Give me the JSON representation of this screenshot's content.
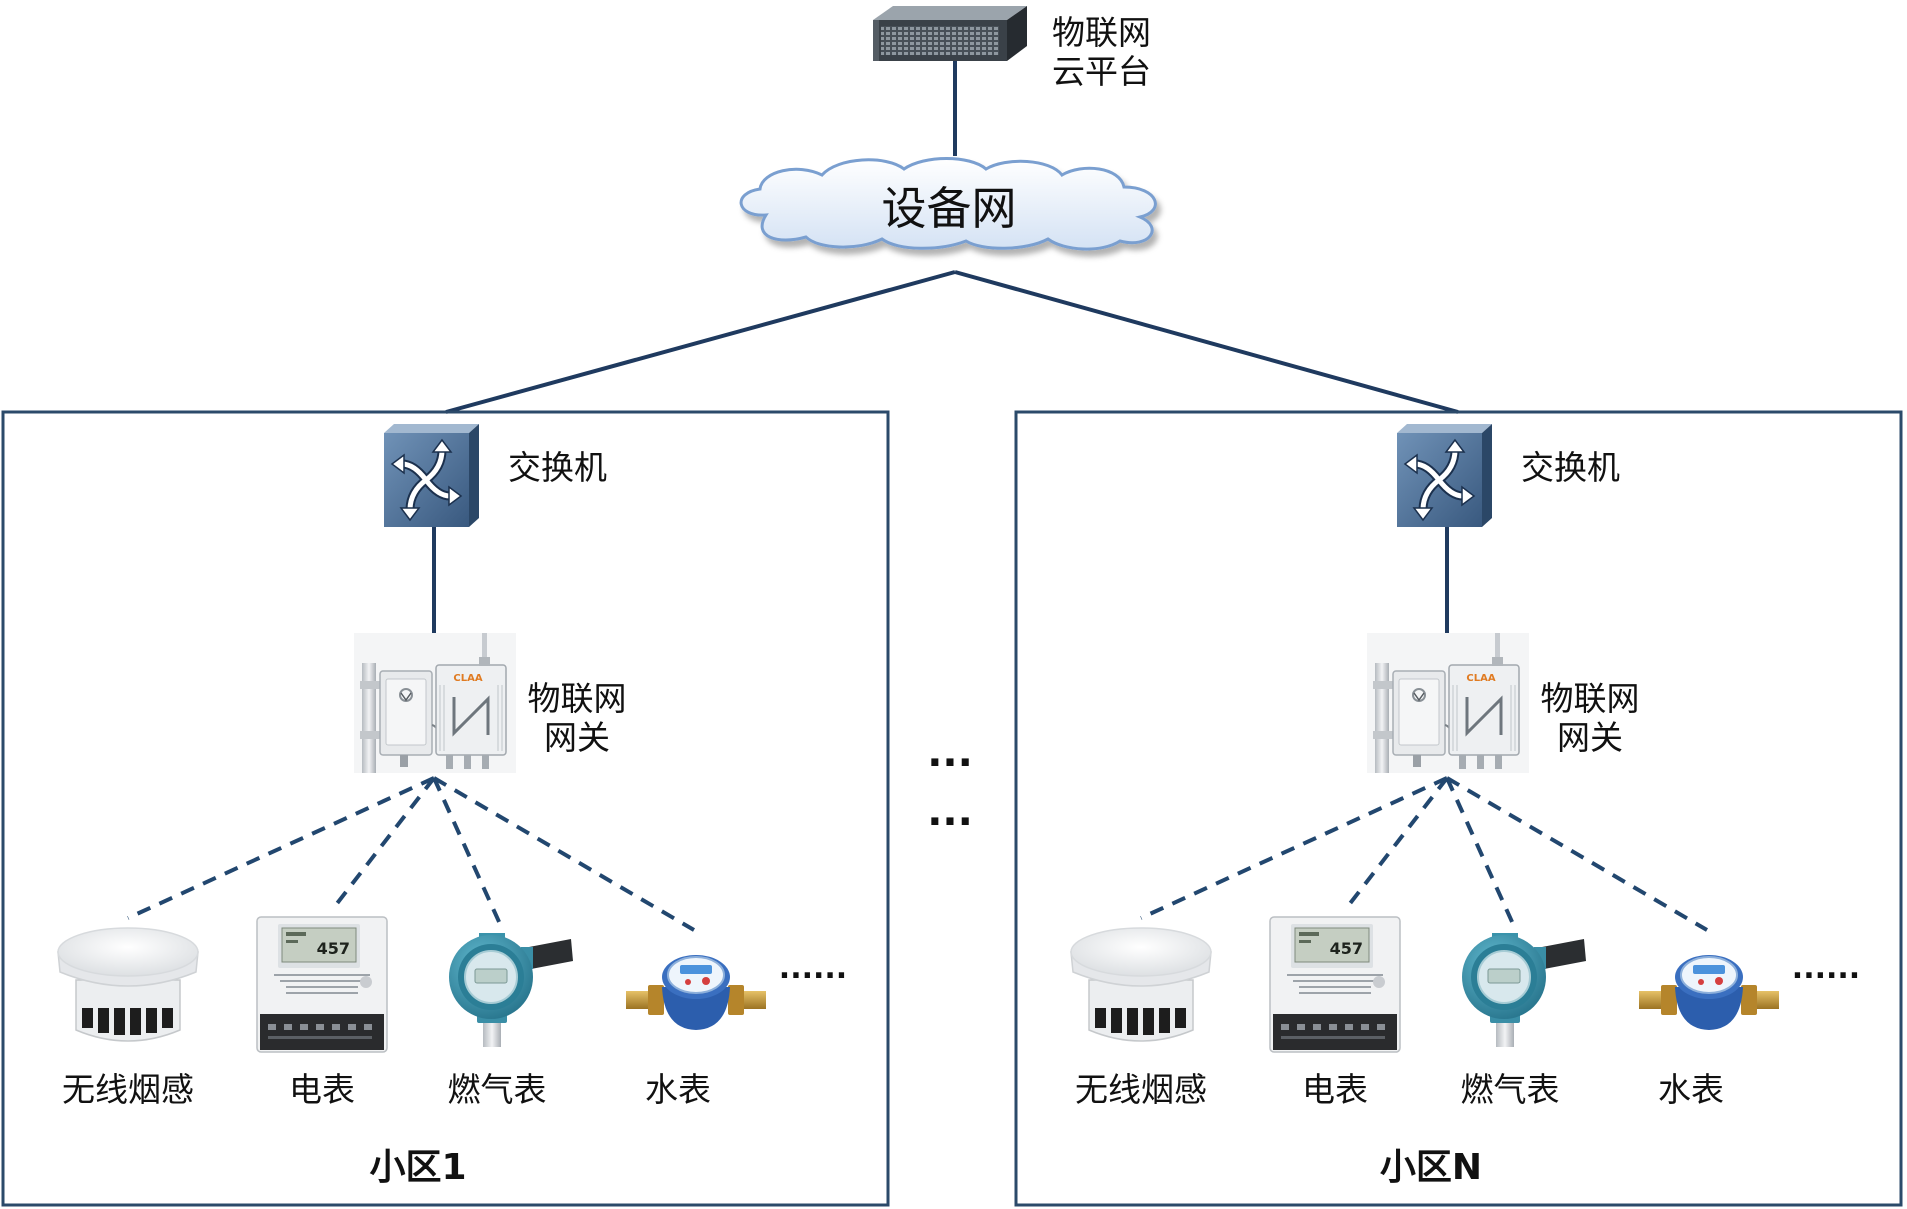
{
  "cloud_platform": {
    "icon": "server-icon",
    "label_line1": "物联网",
    "label_line2": "云平台"
  },
  "device_network": {
    "icon": "cloud-icon",
    "label": "设备网"
  },
  "zones": [
    {
      "name": "小区1",
      "switch": {
        "icon": "switch-icon",
        "label": "交换机"
      },
      "gateway": {
        "icon": "iot-gateway-icon",
        "label_line1": "物联网",
        "label_line2": "网关",
        "logo_text": "CLAA"
      },
      "devices": [
        {
          "icon": "smoke-detector-icon",
          "label": "无线烟感"
        },
        {
          "icon": "electric-meter-icon",
          "label": "电表",
          "reading": "457"
        },
        {
          "icon": "gas-meter-icon",
          "label": "燃气表"
        },
        {
          "icon": "water-meter-icon",
          "label": "水表"
        }
      ],
      "more_devices": "......"
    },
    {
      "name": "小区N",
      "switch": {
        "icon": "switch-icon",
        "label": "交换机"
      },
      "gateway": {
        "icon": "iot-gateway-icon",
        "label_line1": "物联网",
        "label_line2": "网关",
        "logo_text": "CLAA"
      },
      "devices": [
        {
          "icon": "smoke-detector-icon",
          "label": "无线烟感"
        },
        {
          "icon": "electric-meter-icon",
          "label": "电表",
          "reading": "457"
        },
        {
          "icon": "gas-meter-icon",
          "label": "燃气表"
        },
        {
          "icon": "water-meter-icon",
          "label": "水表"
        }
      ],
      "more_devices": "......"
    }
  ],
  "between_zones_ellipsis": [
    "...",
    "..."
  ],
  "colors": {
    "link": "#1f3a5f",
    "wireless_link": "#22476f",
    "zone_border": "#2b4a6a",
    "cloud_stroke": "#7a9fd0"
  }
}
